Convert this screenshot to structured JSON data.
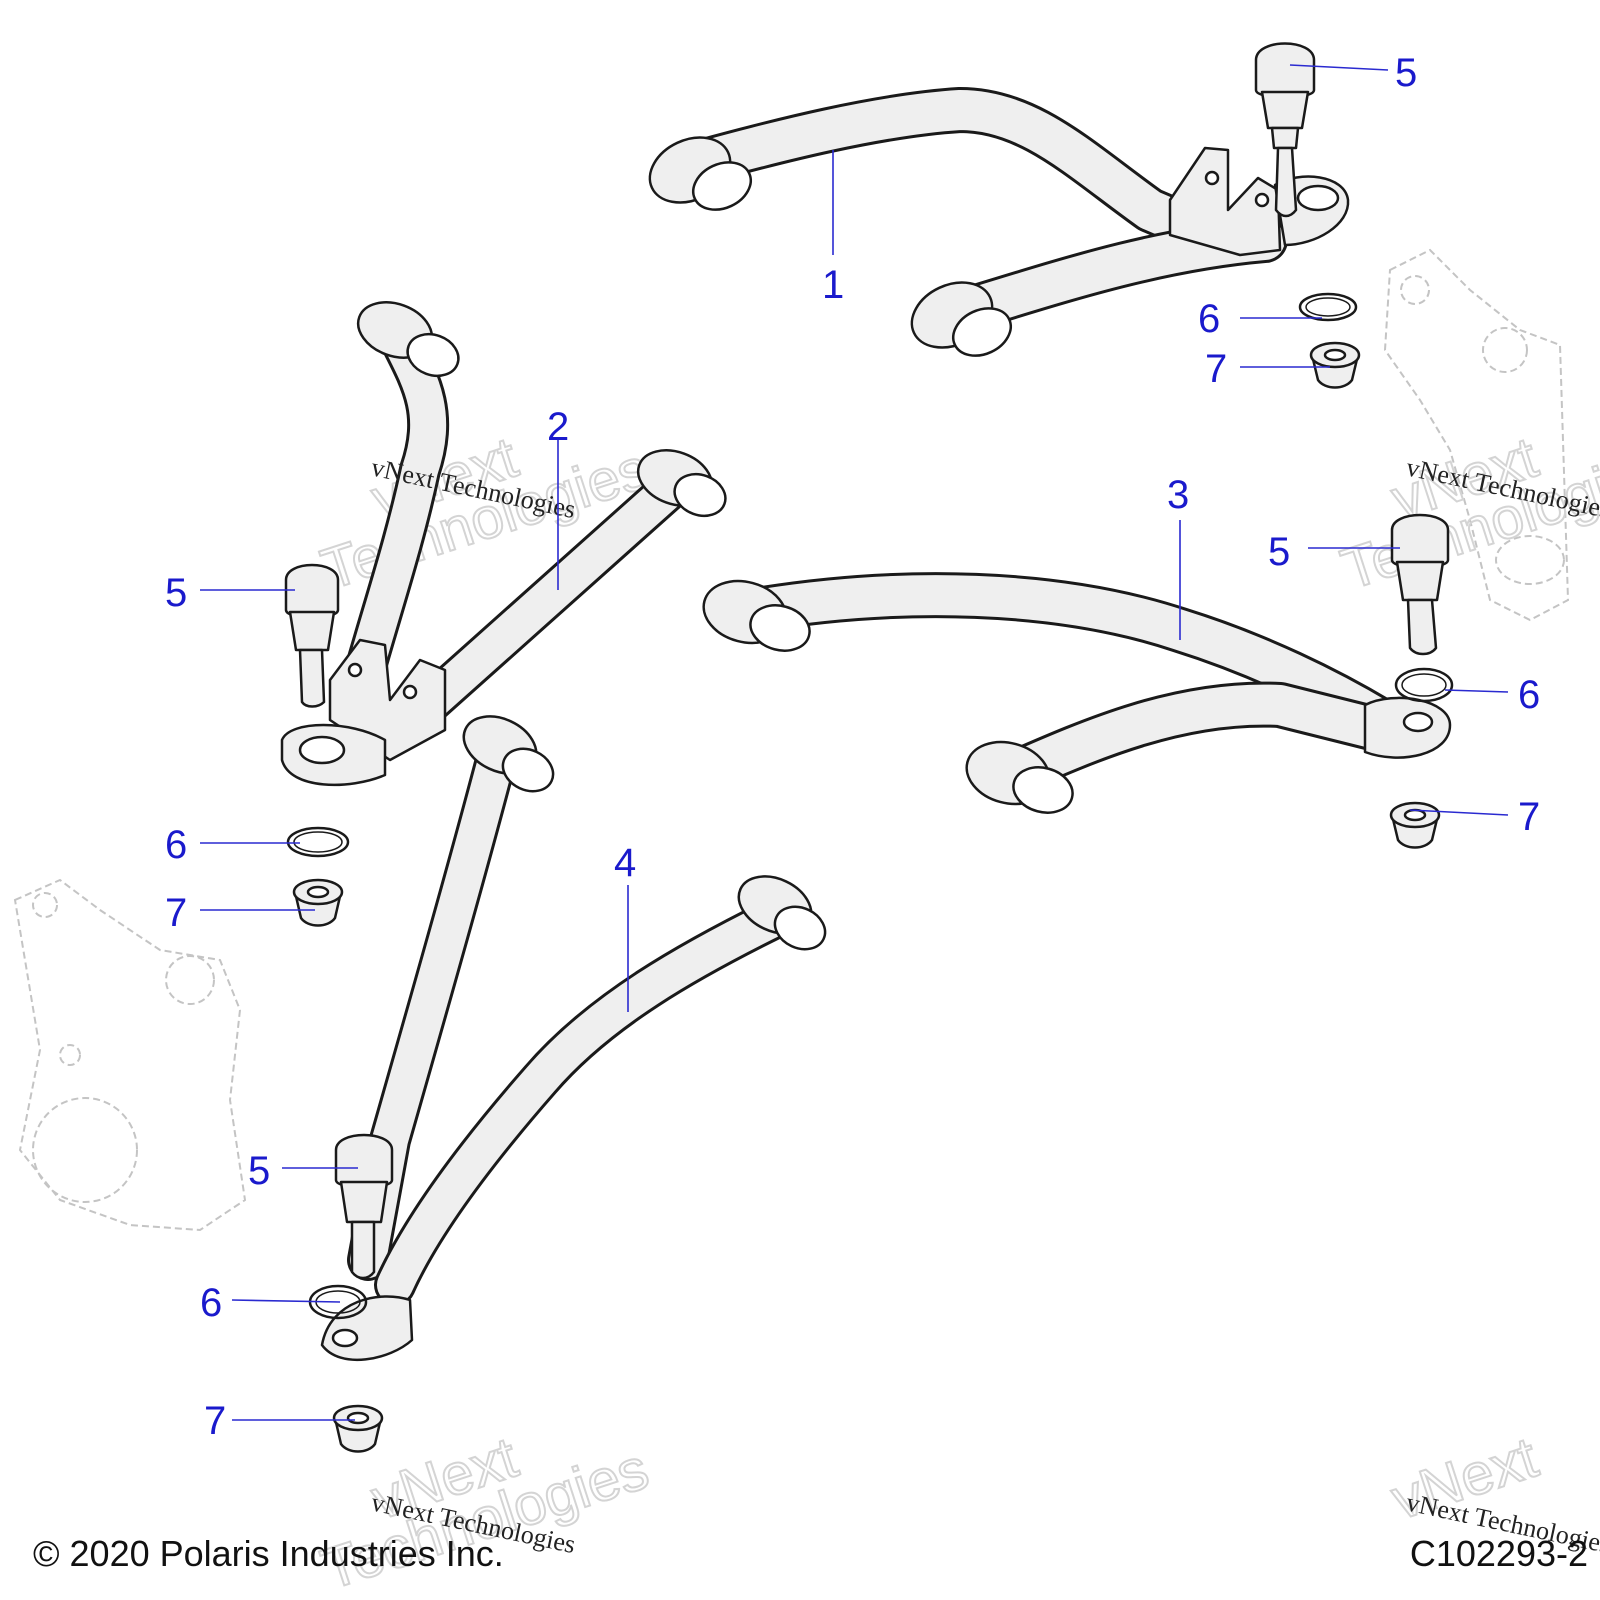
{
  "callouts": {
    "part_1": "1",
    "part_2": "2",
    "part_3": "3",
    "part_4": "4",
    "part_5": "5",
    "part_6": "6",
    "part_7": "7"
  },
  "watermark": {
    "text": "vNext Technologies",
    "big_line_1": "vNext",
    "big_line_2": "Technologies"
  },
  "footer": {
    "copyright": "© 2020 Polaris Industries Inc.",
    "figure_id": "C102293-2"
  },
  "colors": {
    "callout": "#1a1acc",
    "leader": "#2a2ad0",
    "part_fill": "#efefef",
    "ghost_outline": "#c4c4c4"
  }
}
